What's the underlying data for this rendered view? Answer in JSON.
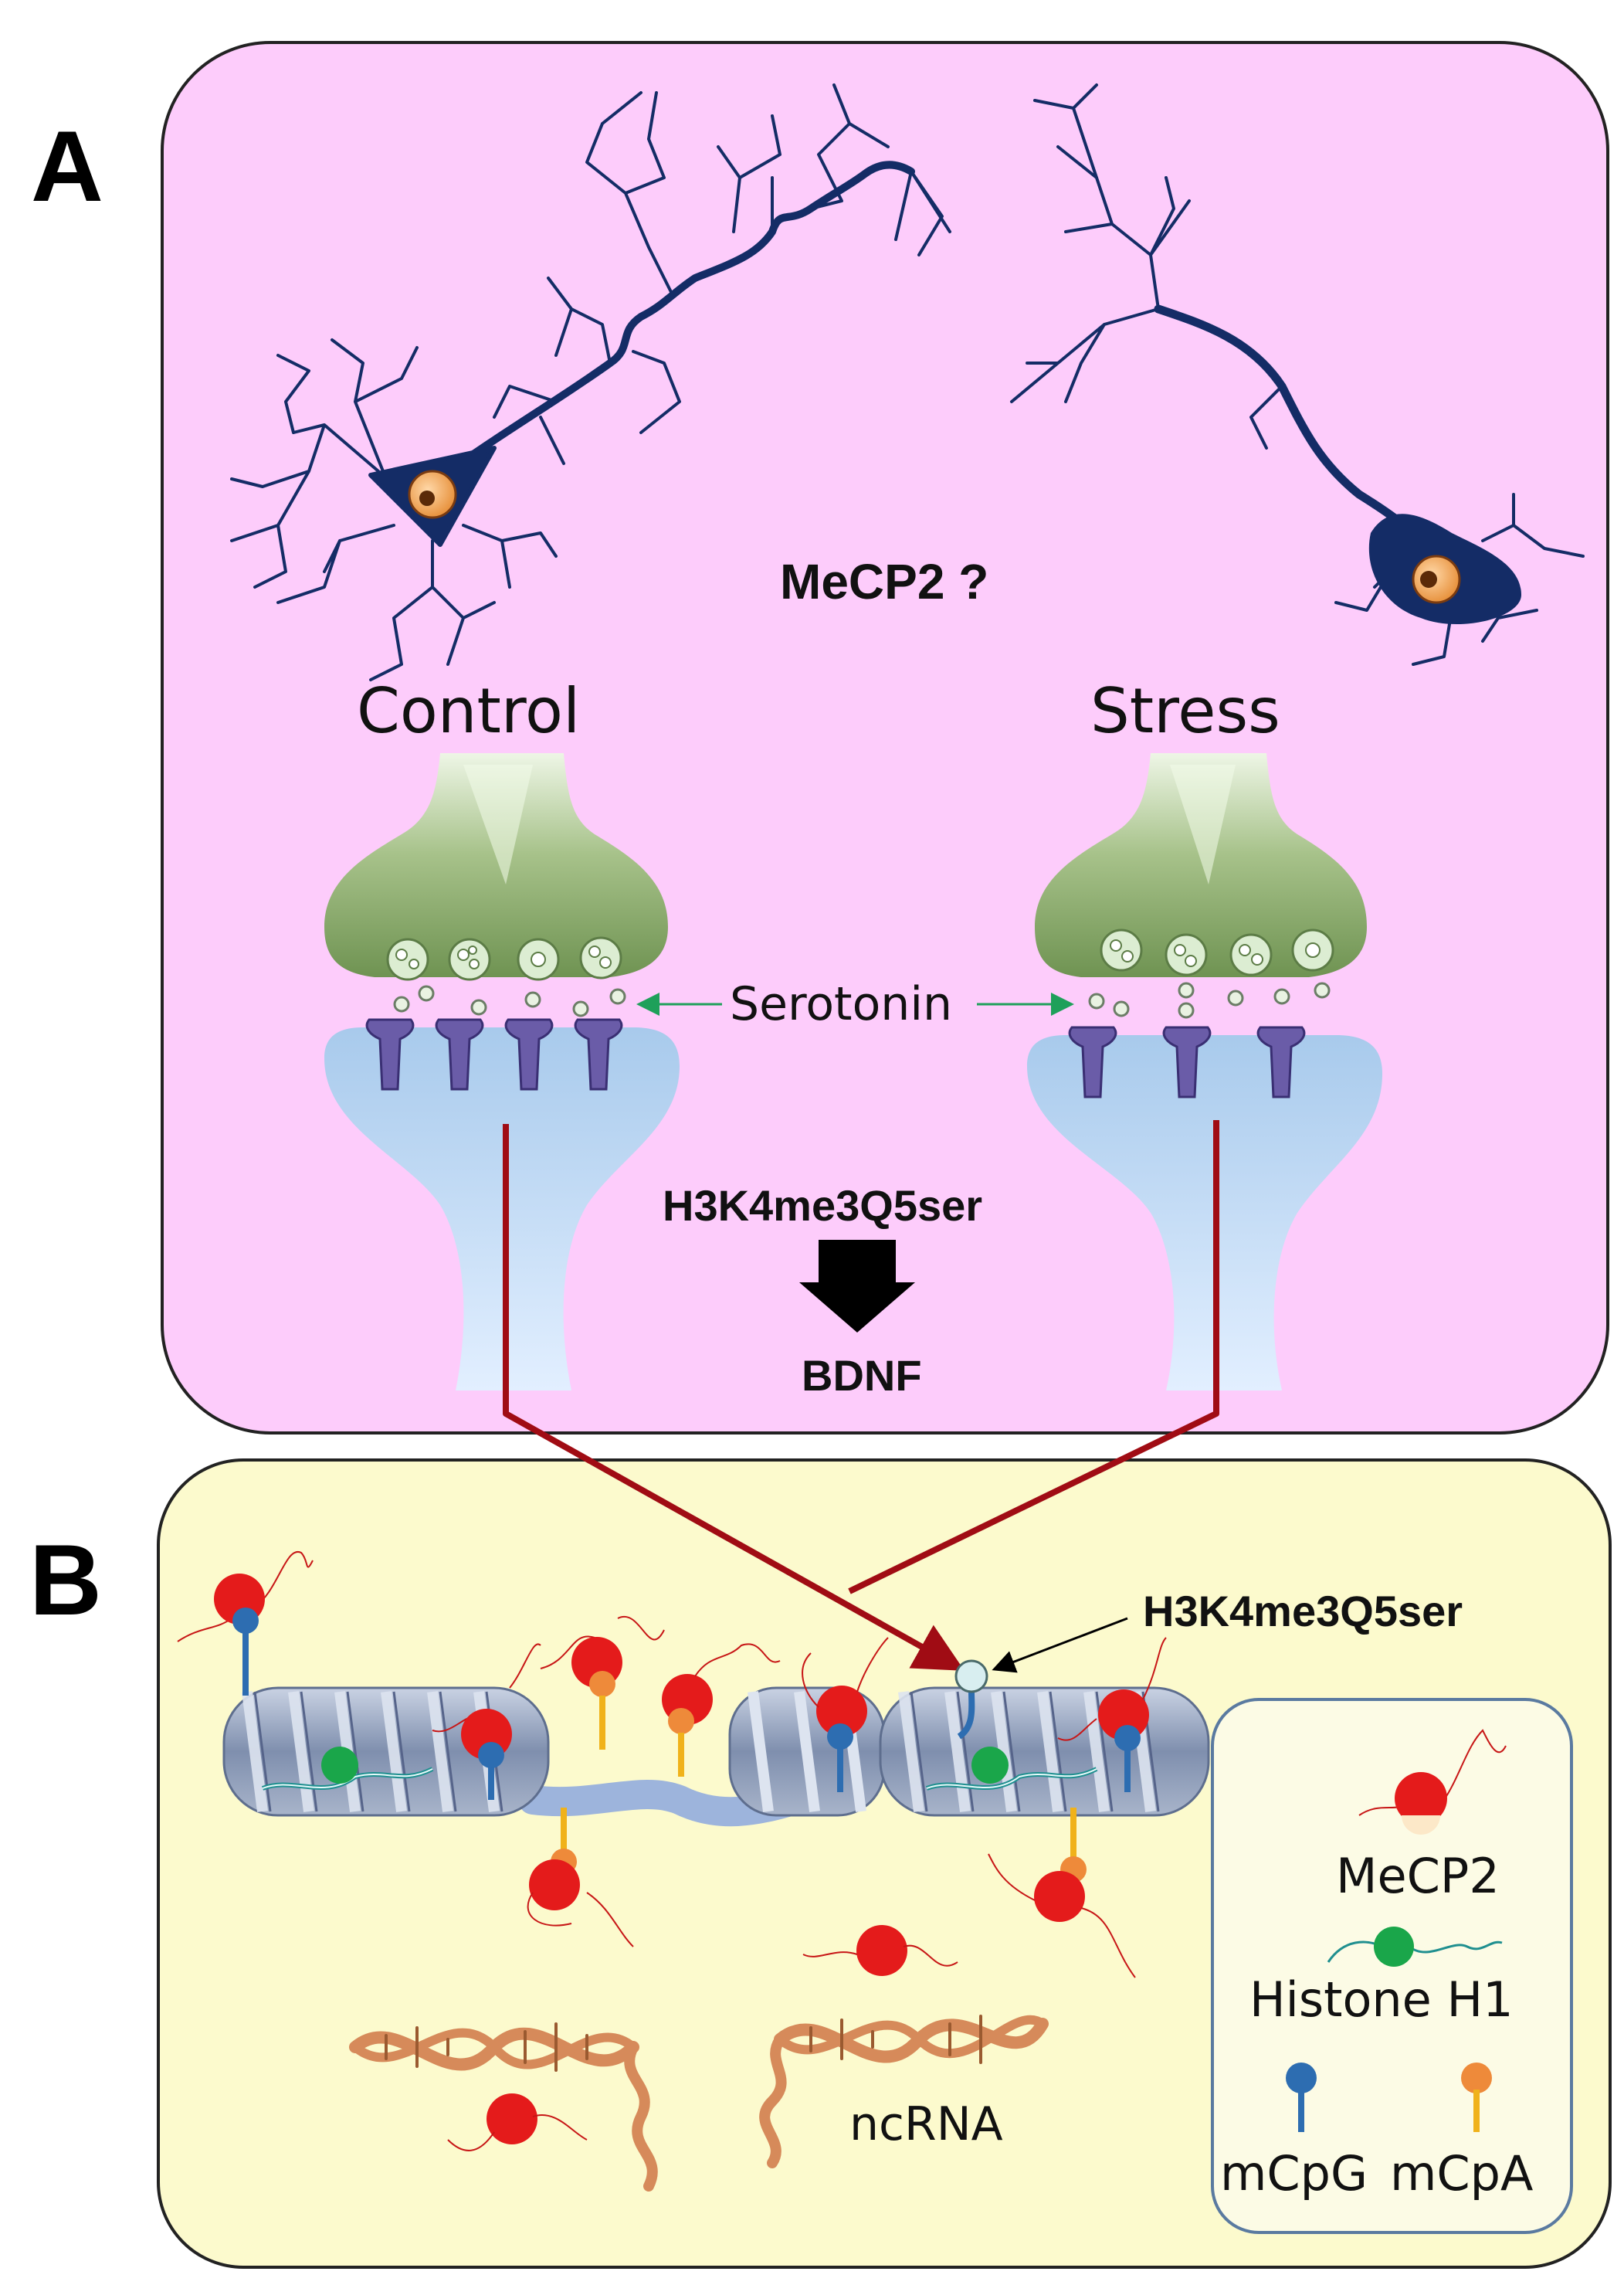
{
  "panels": {
    "a": {
      "letter": "A",
      "center_label": "MeCP2 ?",
      "control_label": "Control",
      "stress_label": "Stress",
      "serotonin_label": "Serotonin",
      "mark_label": "H3K4me3Q5ser",
      "target_label": "BDNF"
    },
    "b": {
      "letter": "B",
      "mark_label": "H3K4me3Q5ser",
      "ncrna_label": "ncRNA",
      "legend": {
        "mecp2": "MeCP2",
        "histone_h1": "Histone H1",
        "mcpg": "mCpG",
        "mcpa": "mCpA"
      }
    }
  },
  "colors": {
    "panel_a_bg": "#fdccfb",
    "panel_b_bg": "#fcfacd",
    "neuron": "#142c66",
    "presynaptic": "#7d9d5e",
    "postsynaptic": "#b4d3ef",
    "receptor": "#6a5ca8",
    "pathway_arrow": "#a00c14",
    "mecp2": "#e41b1b",
    "histone_h1": "#1aa64a",
    "mcpg": "#2d6db1",
    "mcpa": "#ee8a3a",
    "nucleosome": "#8e9cb8",
    "ncrna": "#d68a5a"
  }
}
